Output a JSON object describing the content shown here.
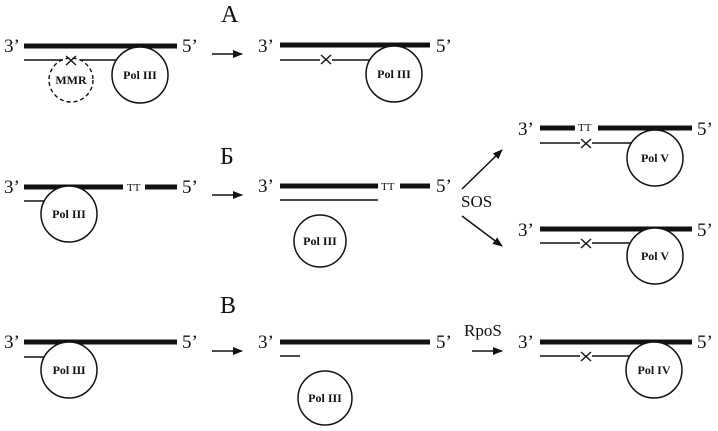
{
  "colors": {
    "ink": "#111111",
    "background": "#ffffff"
  },
  "panels": [
    {
      "label": "А",
      "steps": [
        {
          "ends": [
            "3’",
            "5’"
          ],
          "lesion": null,
          "mismatch": true,
          "enzymes": [
            "MMR",
            "Pol III"
          ],
          "mmr_dashed": true
        },
        {
          "ends": [
            "3’",
            "5’"
          ],
          "lesion": null,
          "mismatch": true,
          "enzymes": [
            "Pol III"
          ]
        }
      ]
    },
    {
      "label": "Б",
      "steps": [
        {
          "ends": [
            "3’",
            "5’"
          ],
          "lesion": "TT",
          "enzymes": [
            "Pol III"
          ]
        },
        {
          "ends": [
            "3’",
            "5’"
          ],
          "lesion": "TT",
          "enzymes": [
            "Pol III"
          ]
        }
      ],
      "branch_label": "SOS",
      "outcomes": [
        {
          "ends": [
            "3’",
            "5’"
          ],
          "lesion": "TT",
          "mismatch": true,
          "enzymes": [
            "Pol V"
          ]
        },
        {
          "ends": [
            "3’",
            "5’"
          ],
          "lesion": null,
          "mismatch": true,
          "enzymes": [
            "Pol V"
          ]
        }
      ]
    },
    {
      "label": "В",
      "steps": [
        {
          "ends": [
            "3’",
            "5’"
          ],
          "lesion": null,
          "enzymes": [
            "Pol III"
          ]
        },
        {
          "ends": [
            "3’",
            "5’"
          ],
          "lesion": null,
          "enzymes": [
            "Pol III"
          ]
        }
      ],
      "arrow_label": "RpoS",
      "outcomes": [
        {
          "ends": [
            "3’",
            "5’"
          ],
          "lesion": null,
          "mismatch": true,
          "enzymes": [
            "Pol IV"
          ]
        }
      ]
    }
  ],
  "labels": {
    "three_prime": "3’",
    "five_prime": "5’",
    "tt": "TT",
    "mmr": "MMR",
    "pol3": "Pol III",
    "pol3_alt": "Pol Ш",
    "pol4": "Pol IV",
    "pol5": "Pol V",
    "sos": "SOS",
    "rpos": "RpoS",
    "panel_a": "А",
    "panel_b": "Б",
    "panel_v": "В"
  }
}
